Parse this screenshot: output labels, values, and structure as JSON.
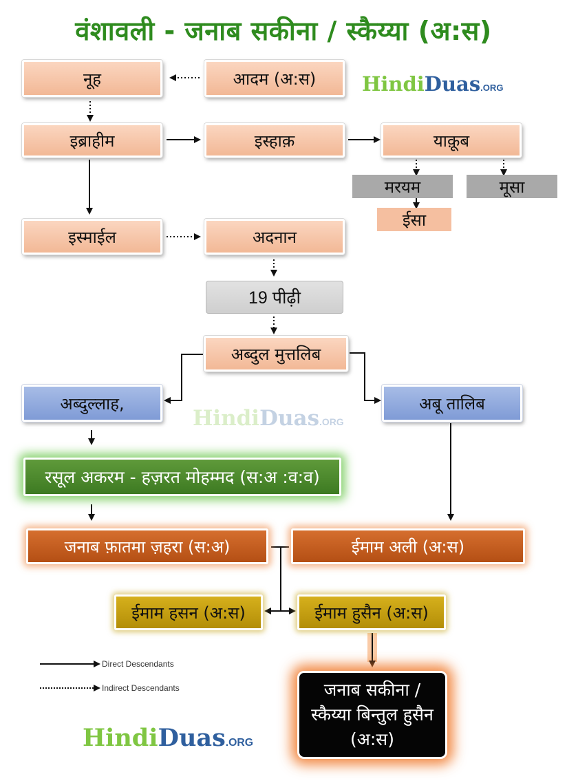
{
  "title": "वंशावली - जनाब सकीना / स्कैय्या (अ:स)",
  "watermark": {
    "part1": "Hindi",
    "part2": "Duas",
    "part3": ".ORG"
  },
  "nodes": {
    "adam": "आदम (अ:स)",
    "nuh": "नूह",
    "ibrahim": "इब्राहीम",
    "ishaq": "इस्हाक़",
    "yaqub": "याक़ूब",
    "maryam": "मरयम",
    "musa": "मूसा",
    "isa": "ईसा",
    "ismail": "इस्माईल",
    "adnan": "अदनान",
    "generations": "19 पीढ़ी",
    "abdul_muttalib": "अब्दुल मुत्तलिब",
    "abdullah": "अब्दुल्लाह,",
    "abu_talib": "अबू तालिब",
    "rasool": "रसूल अकरम - हज़रत मोहम्मद (स:अ :व:व)",
    "fatima": "जनाब फ़ातमा ज़हरा (स:अ)",
    "ali": "ईमाम अली (अ:स)",
    "hasan": "ईमाम हसन (अ:स)",
    "husain": "ईमाम हुसैन (अ:स)",
    "sakina_line1": "जनाब सकीना /",
    "sakina_line2": "स्कैय्या बिन्तुल हुसैन",
    "sakina_line3": "(अ:स)"
  },
  "legend": {
    "direct": "Direct Descendants",
    "indirect": "Indirect Descendants"
  }
}
